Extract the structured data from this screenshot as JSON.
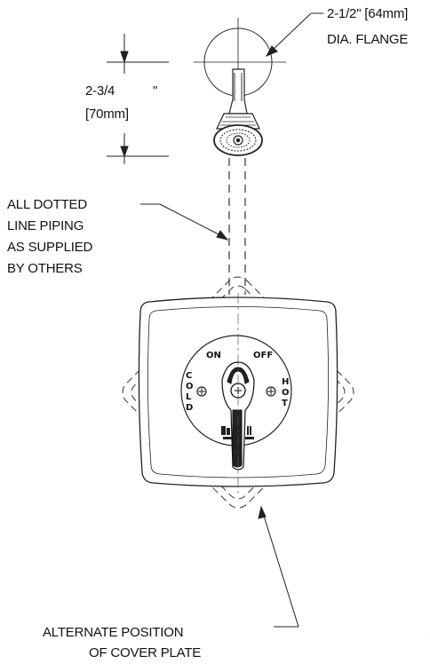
{
  "flange_label": {
    "line1": "2-1/2\" [64mm]",
    "line2": "DIA. FLANGE"
  },
  "arm_dim_label": {
    "line1": "2-3/4",
    "inch_mark": "\"",
    "line2": "[70mm]"
  },
  "piping_note": {
    "lines": [
      "ALL DOTTED",
      "LINE PIPING",
      "AS SUPPLIED",
      "BY OTHERS"
    ]
  },
  "cover_note": {
    "line1": "ALTERNATE POSITION",
    "line2": "OF COVER PLATE"
  },
  "dial": {
    "on": "ON",
    "off": "OFF",
    "cold": [
      "C",
      "O",
      "L",
      "D"
    ],
    "hot": [
      "H",
      "O",
      "T"
    ]
  }
}
